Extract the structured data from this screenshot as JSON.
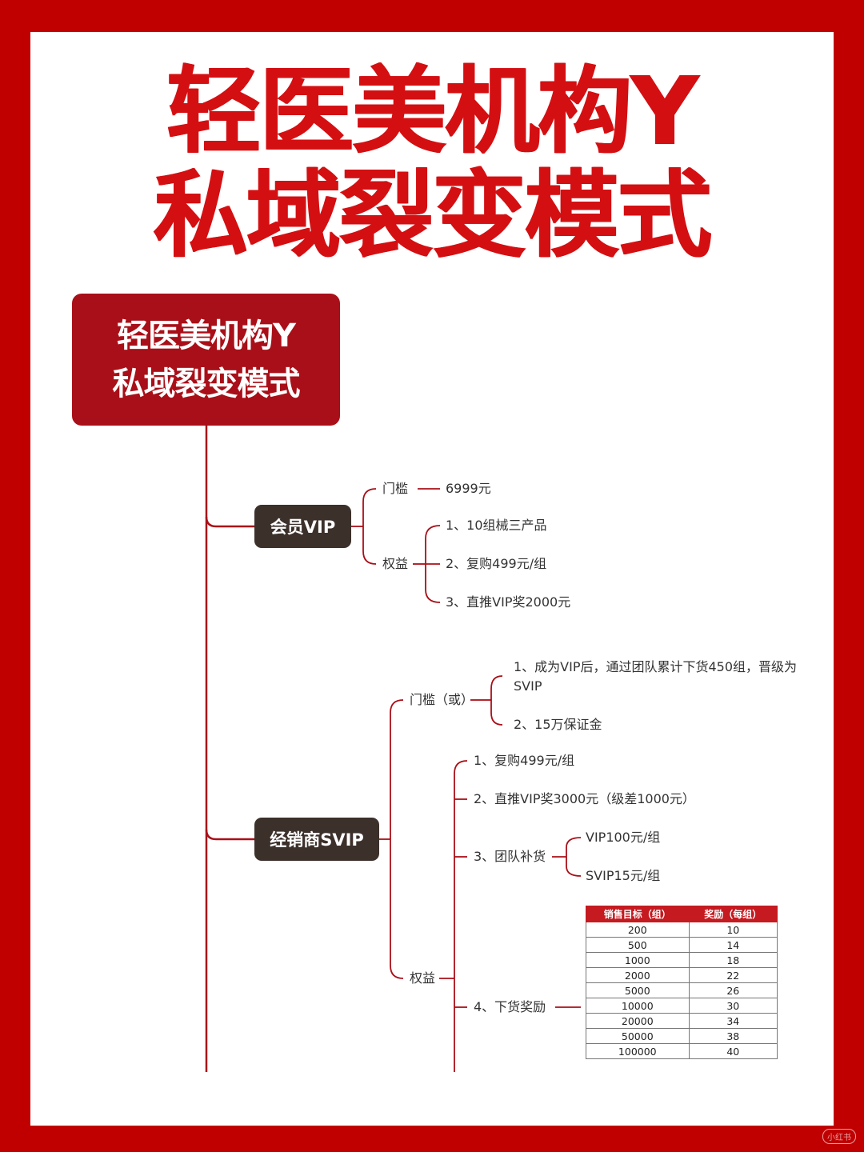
{
  "page": {
    "title_line1": "轻医美机构Y",
    "title_line2": "私域裂变模式",
    "accent_color": "#c00000",
    "line_color": "#a90f18",
    "watermark": "小红书"
  },
  "root": {
    "line1": "轻医美机构Y",
    "line2": "私域裂变模式"
  },
  "vip": {
    "label": "会员VIP",
    "threshold_label": "门槛",
    "threshold_value": "6999元",
    "benefits_label": "权益",
    "benefits": [
      "1、10组械三产品",
      "2、复购499元/组",
      "3、直推VIP奖2000元"
    ]
  },
  "svip": {
    "label": "经销商SVIP",
    "threshold_label": "门槛（或）",
    "thresholds": [
      "1、成为VIP后，通过团队累计下货450组，晋级为SVIP",
      "2、15万保证金"
    ],
    "benefits_label": "权益",
    "benefits": [
      "1、复购499元/组",
      "2、直推VIP奖3000元（级差1000元）",
      "3、团队补货",
      "4、下货奖励"
    ],
    "team_restock": [
      "VIP100元/组",
      "SVIP15元/组"
    ],
    "reward_table": {
      "headers": [
        "销售目标（组）",
        "奖励（每组）"
      ],
      "rows": [
        [
          "200",
          "10"
        ],
        [
          "500",
          "14"
        ],
        [
          "1000",
          "18"
        ],
        [
          "2000",
          "22"
        ],
        [
          "5000",
          "26"
        ],
        [
          "10000",
          "30"
        ],
        [
          "20000",
          "34"
        ],
        [
          "50000",
          "38"
        ],
        [
          "100000",
          "40"
        ]
      ]
    }
  }
}
